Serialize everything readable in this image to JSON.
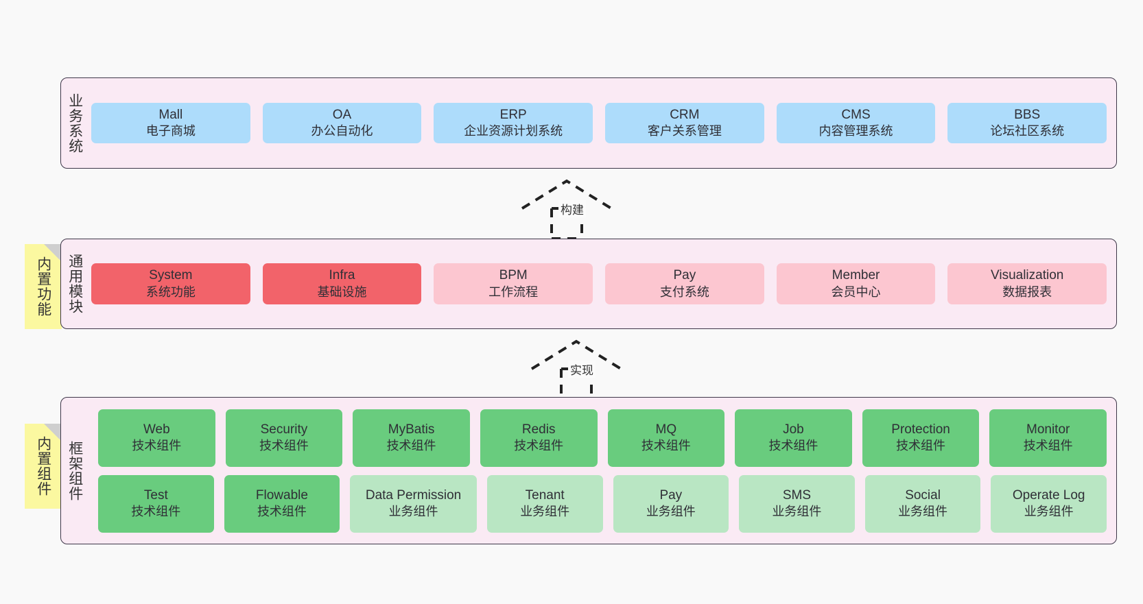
{
  "diagram": {
    "background_color": "#f9f9f9",
    "container_fill": "#faeaf4",
    "container_border": "#3d3648",
    "note_color": "#fbf8a0",
    "colors": {
      "blue": "#addcfb",
      "red": "#f2636a",
      "pink": "#fcc6d0",
      "green": "#69cc7e",
      "light_green": "#b9e6c3"
    }
  },
  "layers": [
    {
      "id": "business-systems",
      "title": "业务系统",
      "rows": [
        {
          "nodes": [
            {
              "en": "Mall",
              "cn": "电子商城",
              "style": "blue"
            },
            {
              "en": "OA",
              "cn": "办公自动化",
              "style": "blue"
            },
            {
              "en": "ERP",
              "cn": "企业资源计划系统",
              "style": "blue"
            },
            {
              "en": "CRM",
              "cn": "客户关系管理",
              "style": "blue"
            },
            {
              "en": "CMS",
              "cn": "内容管理系统",
              "style": "blue"
            },
            {
              "en": "BBS",
              "cn": "论坛社区系统",
              "style": "blue"
            }
          ]
        }
      ]
    },
    {
      "id": "common-modules",
      "title": "通用模块",
      "note": "内置功能",
      "rows": [
        {
          "nodes": [
            {
              "en": "System",
              "cn": "系统功能",
              "style": "red"
            },
            {
              "en": "Infra",
              "cn": "基础设施",
              "style": "red"
            },
            {
              "en": "BPM",
              "cn": "工作流程",
              "style": "pink"
            },
            {
              "en": "Pay",
              "cn": "支付系统",
              "style": "pink"
            },
            {
              "en": "Member",
              "cn": "会员中心",
              "style": "pink"
            },
            {
              "en": "Visualization",
              "cn": "数据报表",
              "style": "pink"
            }
          ]
        }
      ]
    },
    {
      "id": "framework-components",
      "title": "框架组件",
      "note": "内置组件",
      "rows": [
        {
          "nodes": [
            {
              "en": "Web",
              "cn": "技术组件",
              "style": "green"
            },
            {
              "en": "Security",
              "cn": "技术组件",
              "style": "green"
            },
            {
              "en": "MyBatis",
              "cn": "技术组件",
              "style": "green"
            },
            {
              "en": "Redis",
              "cn": "技术组件",
              "style": "green"
            },
            {
              "en": "MQ",
              "cn": "技术组件",
              "style": "green"
            },
            {
              "en": "Job",
              "cn": "技术组件",
              "style": "green"
            },
            {
              "en": "Protection",
              "cn": "技术组件",
              "style": "green"
            },
            {
              "en": "Monitor",
              "cn": "技术组件",
              "style": "green"
            }
          ]
        },
        {
          "nodes": [
            {
              "en": "Test",
              "cn": "技术组件",
              "style": "green"
            },
            {
              "en": "Flowable",
              "cn": "技术组件",
              "style": "green"
            },
            {
              "en": "Data Permission",
              "cn": "业务组件",
              "style": "light_green",
              "wrap": true
            },
            {
              "en": "Tenant",
              "cn": "业务组件",
              "style": "light_green"
            },
            {
              "en": "Pay",
              "cn": "业务组件",
              "style": "light_green"
            },
            {
              "en": "SMS",
              "cn": "业务组件",
              "style": "light_green"
            },
            {
              "en": "Social",
              "cn": "业务组件",
              "style": "light_green"
            },
            {
              "en": "Operate Log",
              "cn": "业务组件",
              "style": "light_green"
            }
          ]
        }
      ]
    }
  ],
  "connectors": [
    {
      "id": "build",
      "label": "构建",
      "from": "common-modules",
      "to": "business-systems",
      "style": "dashed-generalization"
    },
    {
      "id": "implement",
      "label": "实现",
      "from": "framework-components",
      "to": "common-modules",
      "style": "dashed-generalization"
    }
  ]
}
